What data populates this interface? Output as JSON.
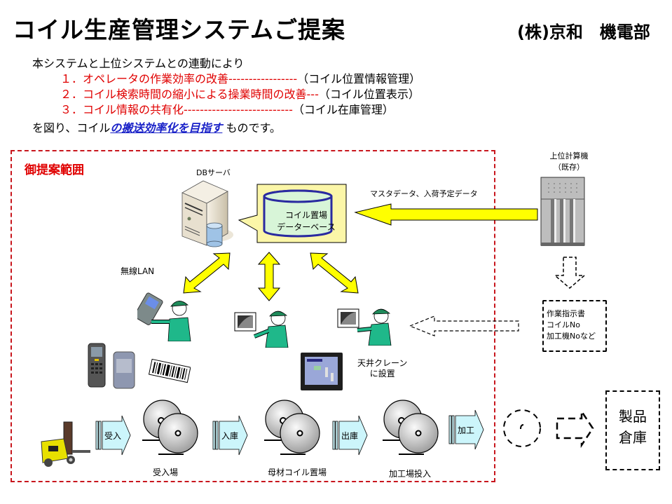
{
  "header": {
    "title": "コイル生産管理システムご提案",
    "company": "(株)京和　機電部"
  },
  "intro": {
    "lead": "本システムと上位システムとの連動により",
    "items": [
      {
        "text": "１．オペレータの作業効率の改善-----------------",
        "note": "（コイル位置情報管理）"
      },
      {
        "text": "２．コイル検索時間の縮小による操業時間の改善---",
        "note": "（コイル位置表示）"
      },
      {
        "text": "３．コイル情報の共有化---------------------------",
        "note": "（コイル在庫管理）"
      }
    ],
    "closing_prefix": "を図り、コイル",
    "closing_emphasis": "の搬送効率化を目指す",
    "closing_suffix": " ものです。"
  },
  "colors": {
    "scope_border": "#c8161d",
    "highlight_red": "#e00000",
    "emphasis_blue": "#1a22c8",
    "arrow_yellow": "#ffff00",
    "db_bubble": "#fbf6a8",
    "db_cylinder": "#d8f5d8",
    "worker_green": "#1fb88a",
    "flow_arrow": "#ccf5fb"
  },
  "diagram": {
    "scope_label": "御提案範囲",
    "db_server_label": "DBサーバ",
    "db_bubble": {
      "line1": "コイル置場",
      "line2": "データーベース"
    },
    "host": {
      "line1": "上位計算機",
      "line2": "（既存）"
    },
    "data_arrow_label": "マスタデータ、入荷予定データ",
    "wireless_label": "無線LAN",
    "instruction": {
      "line1": "作業指示書",
      "line2": "コイルNo",
      "line3": "加工機Noなど"
    },
    "crane_label": {
      "line1": "天井クレーン",
      "line2": "に設置"
    },
    "flow_arrows": [
      "受入",
      "入庫",
      "出庫",
      "加工"
    ],
    "stations": [
      "受入場",
      "母材コイル置場",
      "加工場投入"
    ],
    "warehouse": {
      "line1": "製品",
      "line2": "倉庫"
    }
  }
}
